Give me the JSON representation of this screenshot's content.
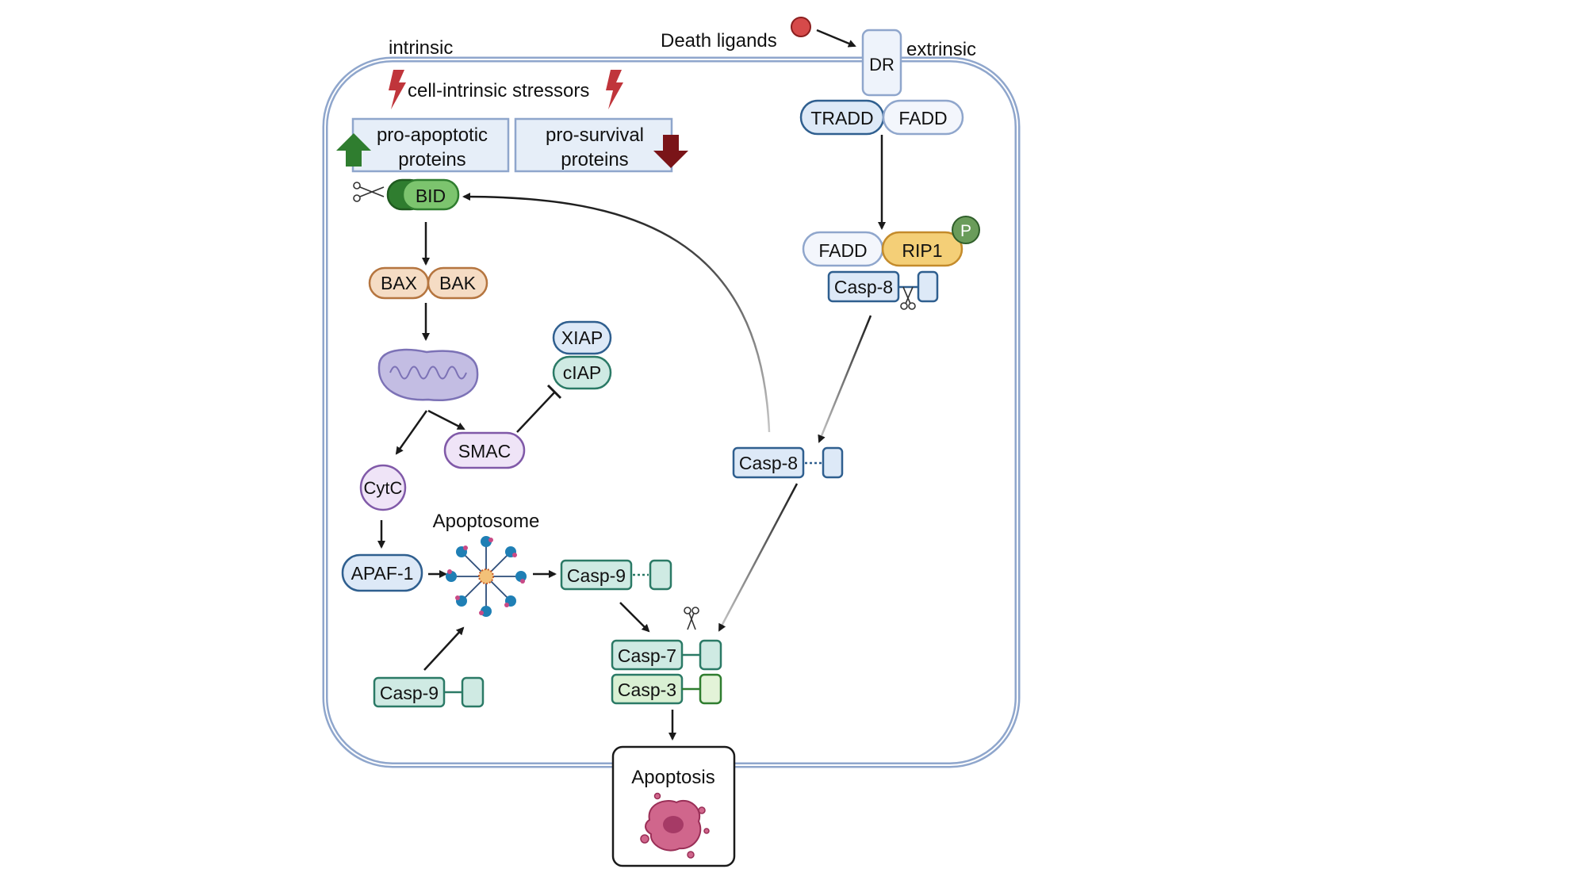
{
  "labels": {
    "intrinsic": "intrinsic",
    "extrinsic": "extrinsic",
    "death_ligands": "Death ligands",
    "stressors": "cell-intrinsic stressors",
    "pro_apoptotic_line1": "pro-apoptotic",
    "pro_apoptotic_line2": "proteins",
    "pro_survival_line1": "pro-survival",
    "pro_survival_line2": "proteins",
    "apoptosome": "Apoptosome",
    "apoptosis": "Apoptosis"
  },
  "proteins": {
    "dr": "DR",
    "tradd": "TRADD",
    "fadd": "FADD",
    "fadd2": "FADD",
    "rip1": "RIP1",
    "phospho": "P",
    "casp8_top": "Casp-8",
    "casp8_mid": "Casp-8",
    "bid": "BID",
    "bax": "BAX",
    "bak": "BAK",
    "xiap": "XIAP",
    "ciap": "cIAP",
    "smac": "SMAC",
    "cytc": "CytC",
    "apaf1": "APAF-1",
    "casp9_active": "Casp-9",
    "casp9_pro": "Casp-9",
    "casp7": "Casp-7",
    "casp3": "Casp-3"
  },
  "colors": {
    "membrane": "#8fa6cc",
    "blue_fill": "#dde9f7",
    "blue_stroke": "#2f5f8f",
    "teal_fill": "#cfeae3",
    "teal_stroke": "#2b7a66",
    "orange_fill": "#f5dcc4",
    "orange_stroke": "#b5753f",
    "purple_fill": "#efe4f7",
    "purple_stroke": "#8059a8",
    "green_dark": "#2f7d2f",
    "green_light": "#7cc46e",
    "rip1_fill": "#f4cf77",
    "rip1_stroke": "#c48b2b",
    "red": "#c0353b",
    "dark_red": "#7a1418",
    "mito_fill": "#c3bde3",
    "mito_stroke": "#7c72b6"
  }
}
